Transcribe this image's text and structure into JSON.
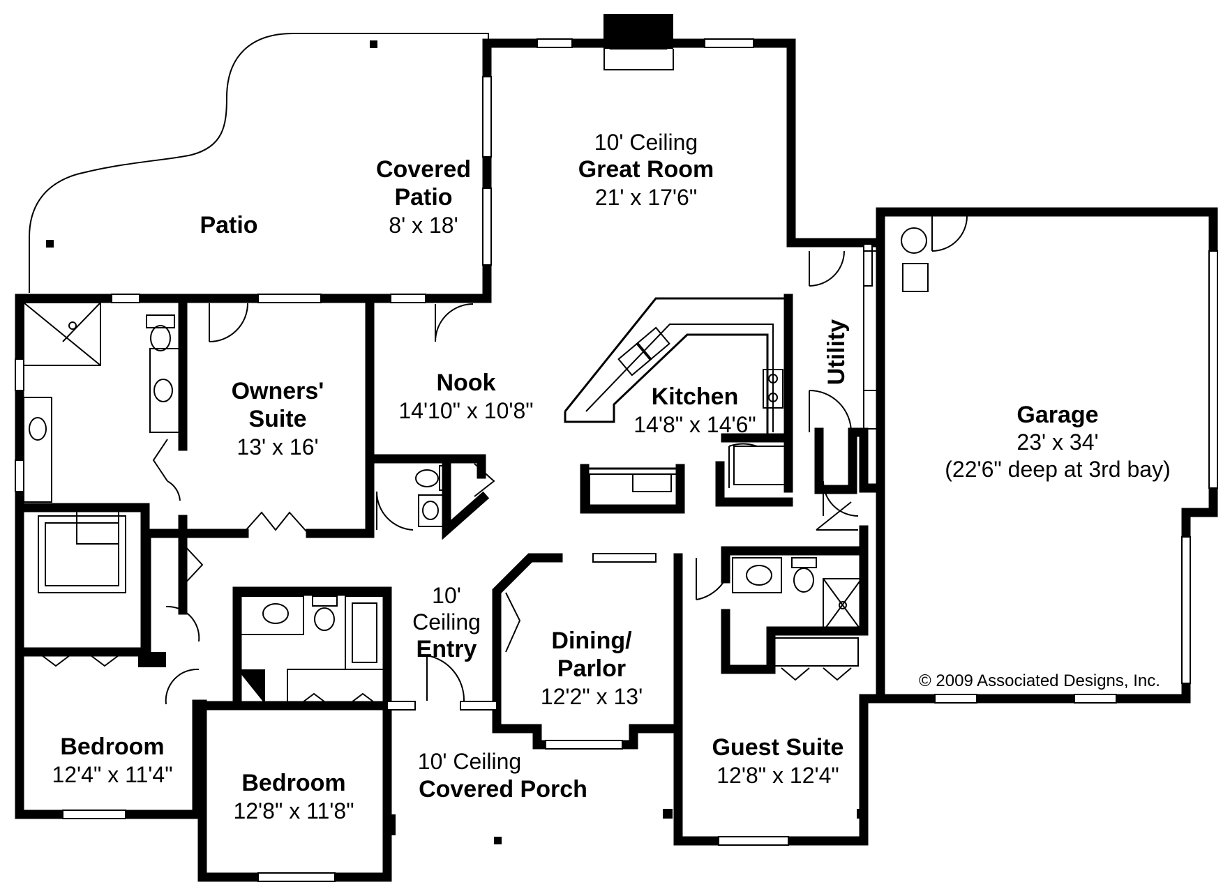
{
  "rooms": {
    "patio": {
      "name": "Patio"
    },
    "covered_patio": {
      "name_line1": "Covered",
      "name_line2": "Patio",
      "dims": "8' x 18'"
    },
    "great_room": {
      "note": "10' Ceiling",
      "name": "Great Room",
      "dims": "21' x 17'6\""
    },
    "owners_suite": {
      "name_line1": "Owners'",
      "name_line2": "Suite",
      "dims": "13' x 16'"
    },
    "nook": {
      "name": "Nook",
      "dims": "14'10\" x 10'8\""
    },
    "kitchen": {
      "name": "Kitchen",
      "dims": "14'8\" x 14'6\""
    },
    "utility": {
      "name": "Utility"
    },
    "garage": {
      "name": "Garage",
      "dims": "23' x 34'",
      "note": "(22'6\" deep at 3rd bay)"
    },
    "entry": {
      "note_line1": "10'",
      "note_line2": "Ceiling",
      "name": "Entry"
    },
    "dining": {
      "name_line1": "Dining/",
      "name_line2": "Parlor",
      "dims": "12'2\" x 13'"
    },
    "guest_suite": {
      "name": "Guest Suite",
      "dims": "12'8\" x 12'4\""
    },
    "bedroom_left": {
      "name": "Bedroom",
      "dims": "12'4\" x 11'4\""
    },
    "bedroom_mid": {
      "name": "Bedroom",
      "dims": "12'8\" x 11'8\""
    },
    "covered_porch": {
      "note": "10' Ceiling",
      "name": "Covered Porch"
    }
  },
  "copyright": "© 2009 Associated Designs, Inc."
}
